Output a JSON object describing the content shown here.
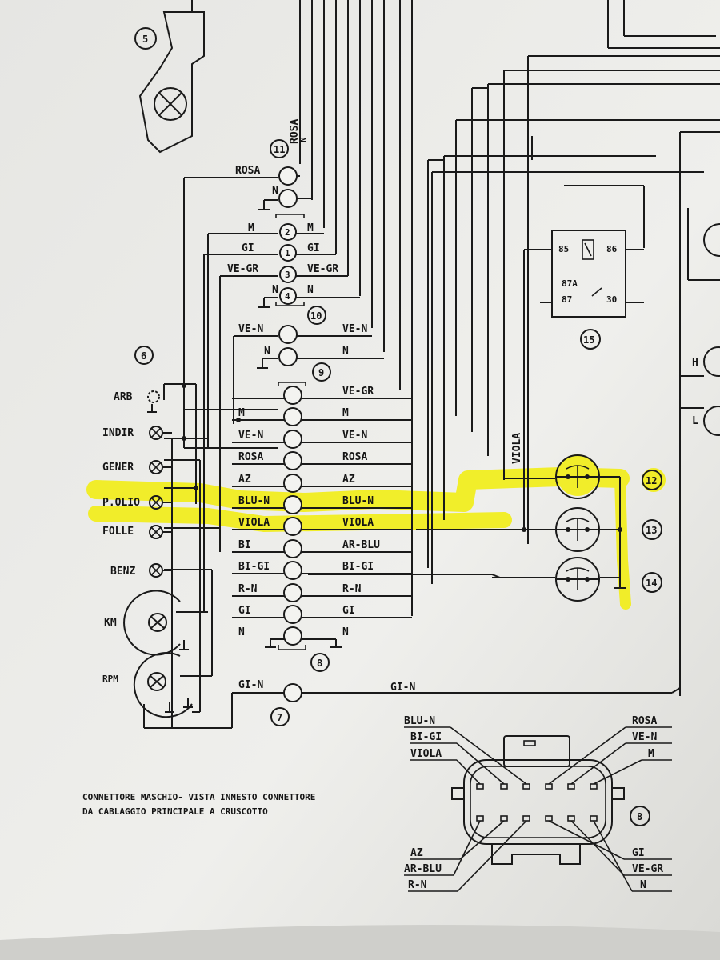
{
  "components": {
    "c5": "5",
    "c6": "6",
    "c7": "7",
    "c8": "8",
    "c9": "9",
    "c10": "10",
    "c11": "11",
    "c12": "12",
    "c13": "13",
    "c14": "14",
    "relay": "15"
  },
  "relay_pins": {
    "p85": "85",
    "p86": "86",
    "p87a": "87A",
    "p87": "87",
    "p30": "30"
  },
  "lamps": [
    "ARB",
    "INDIR",
    "GENER",
    "P.OLIO",
    "FOLLE",
    "BENZ",
    "KM",
    "RPM"
  ],
  "connector_11": {
    "wires": [
      "ROSA",
      "N"
    ],
    "vertical_label": "ROSA"
  },
  "connector_upper": {
    "left": [
      "M",
      "GI",
      "VE-GR",
      "N"
    ],
    "pins": [
      "2",
      "1",
      "3",
      "4"
    ],
    "right": [
      "M",
      "GI",
      "VE-GR",
      "N"
    ]
  },
  "connector_9": {
    "left": [
      "VE-N",
      "N"
    ],
    "right": [
      "VE-N",
      "N"
    ]
  },
  "connector_8": {
    "left": [
      "",
      "M",
      "VE-N",
      "ROSA",
      "AZ",
      "BLU-N",
      "VIOLA",
      "BI",
      "BI-GI",
      "R-N",
      "GI",
      "N"
    ],
    "right": [
      "VE-GR",
      "M",
      "VE-N",
      "ROSA",
      "AZ",
      "BLU-N",
      "VIOLA",
      "AR-BLU",
      "BI-GI",
      "R-N",
      "GI",
      "N"
    ]
  },
  "connector_7": {
    "left": "GI-N",
    "right": "GI-N"
  },
  "side_labels": {
    "viola_vertical": "VIOLA",
    "h": "H",
    "l": "L"
  },
  "caption": {
    "line1": "CONNETTORE MASCHIO- VISTA INNESTO CONNETTORE",
    "line2": "DA CABLAGGIO PRINCIPALE A CRUSCOTTO"
  },
  "plug": {
    "top_left": [
      "BLU-N",
      "BI-GI",
      "VIOLA"
    ],
    "top_right": [
      "ROSA",
      "VE-N",
      "M"
    ],
    "bottom_left": [
      "AZ",
      "AR-BLU",
      "R-N"
    ],
    "bottom_right": [
      "GI",
      "VE-GR",
      "N"
    ],
    "badge": "8"
  },
  "colors": {
    "highlight": "#f2ee1a",
    "ink": "#1a1a1a",
    "paper": "#ecece8"
  }
}
